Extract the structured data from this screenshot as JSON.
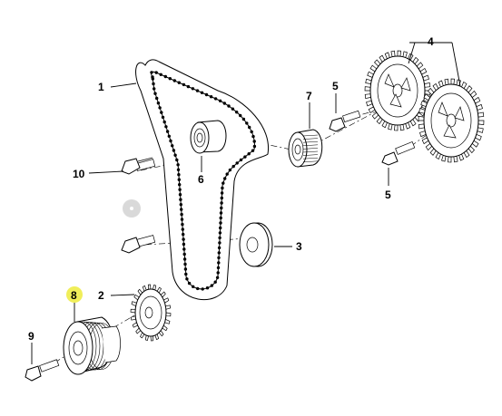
{
  "diagram": {
    "callouts": {
      "belt": "1",
      "sprocket": "2",
      "washer": "3",
      "camshaft_gears": "4",
      "bolt_upper": "5",
      "bolt_lower": "5",
      "tensioner": "6",
      "idler": "7",
      "pulley": "8",
      "bolt_pulley": "9",
      "bolt_tensioner": "10"
    },
    "colors": {
      "line": "#000000",
      "background": "#ffffff",
      "highlight": "#f0ee5a",
      "ghost_marker": "#d9d9d9"
    },
    "highlighted": "8"
  }
}
